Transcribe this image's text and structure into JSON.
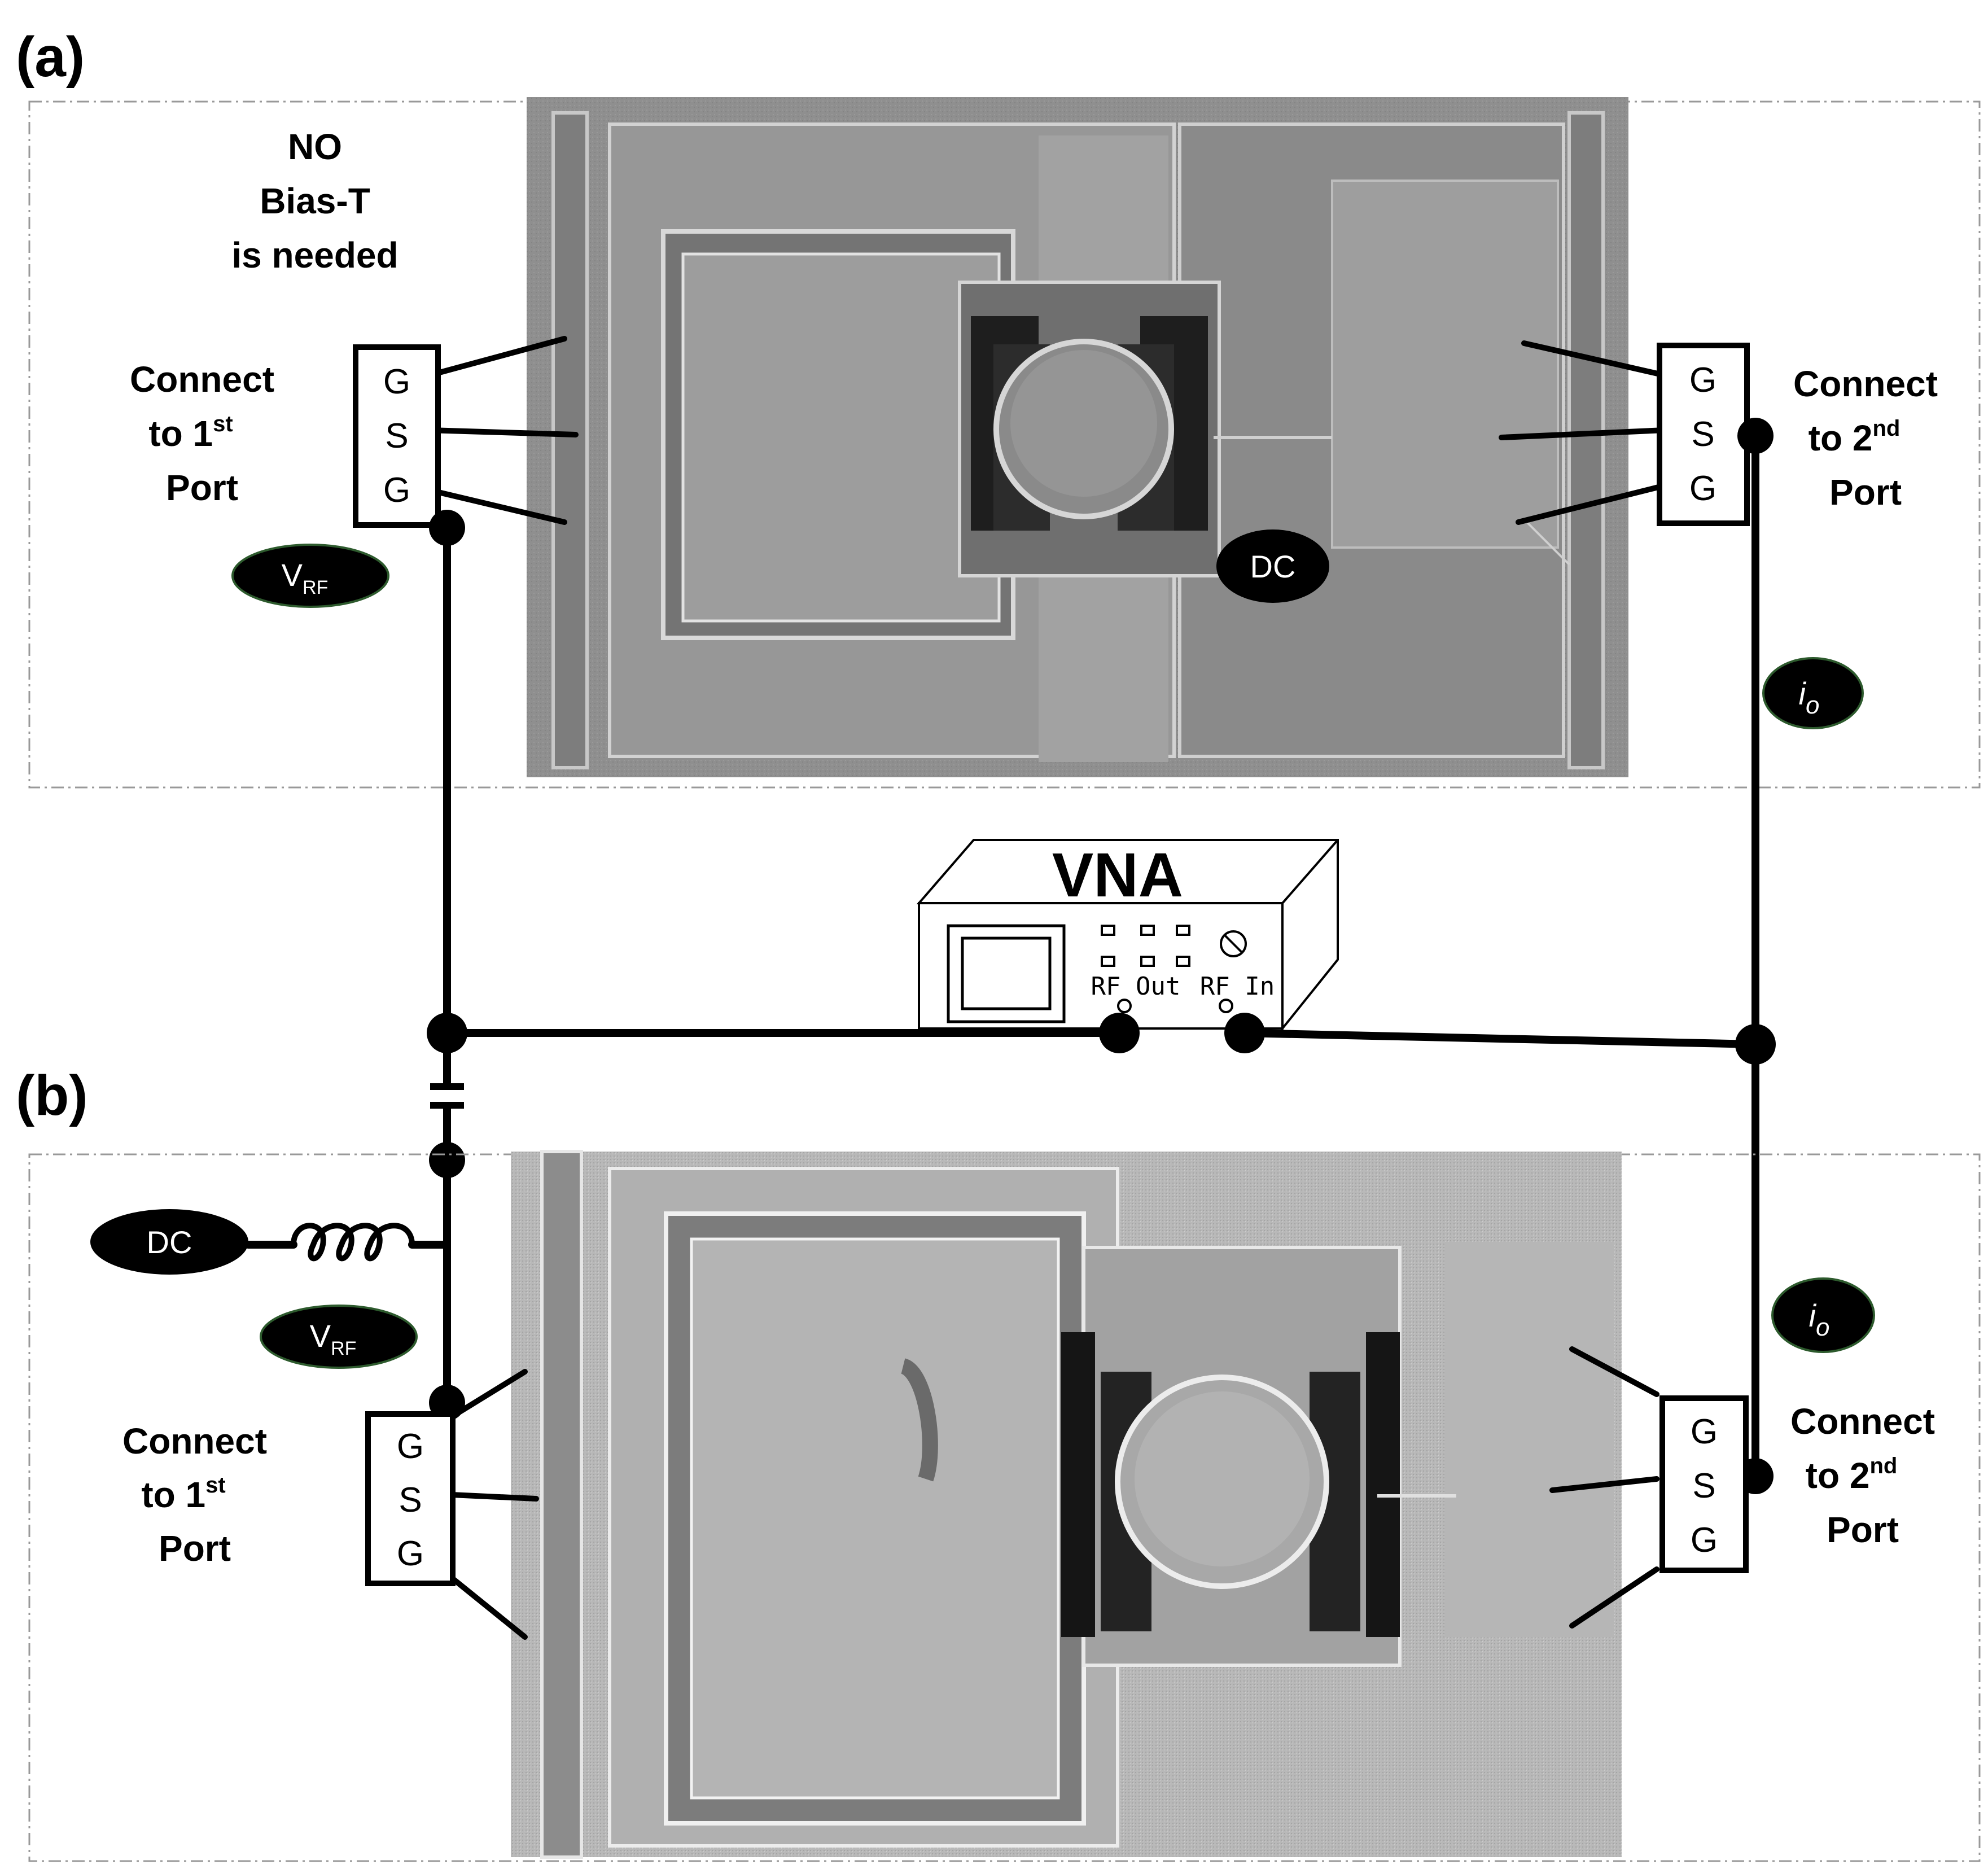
{
  "panel_a": {
    "label": "(a)",
    "note": [
      "NO",
      "Bias-T",
      "is needed"
    ],
    "left_port": [
      "Connect",
      "to 1",
      "st",
      "Port"
    ],
    "right_port": [
      "Connect",
      "to 2",
      "nd",
      "Port"
    ],
    "left_probe": [
      "G",
      "S",
      "G"
    ],
    "right_probe": [
      "G",
      "S",
      "G"
    ],
    "vrf": [
      "V",
      "RF"
    ],
    "dc": "DC",
    "io": [
      "i",
      "o"
    ]
  },
  "panel_b": {
    "label": "(b)",
    "left_port": [
      "Connect",
      "to 1",
      "st",
      "Port"
    ],
    "right_port": [
      "Connect",
      "to 2",
      "nd",
      "Port"
    ],
    "left_probe": [
      "G",
      "S",
      "G"
    ],
    "right_probe": [
      "G",
      "S",
      "G"
    ],
    "vrf": [
      "V",
      "RF"
    ],
    "dc": "DC",
    "io": [
      "i",
      "o"
    ]
  },
  "vna": {
    "title": "VNA",
    "rf_out": "RF Out",
    "rf_in": "RF In"
  },
  "colors": {
    "wire": "#000000",
    "sem_a": "#8c8c8c",
    "sem_b": "#b4b4b4",
    "oval_fill": "#000000"
  }
}
